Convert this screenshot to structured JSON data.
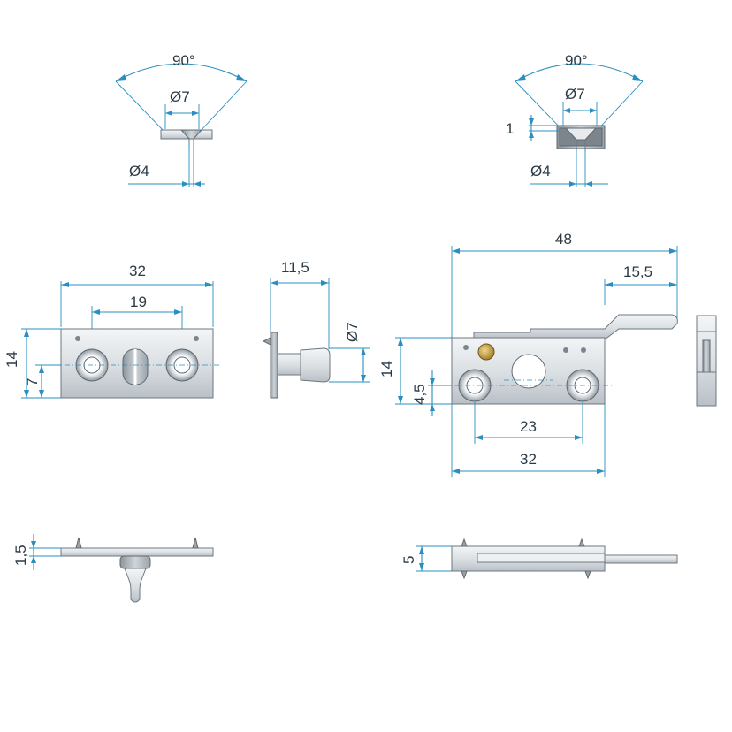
{
  "dimensions": {
    "top_left": {
      "angle": "90°",
      "outer_diameter": "Ø7",
      "inner_diameter": "Ø4"
    },
    "top_right": {
      "angle": "90°",
      "outer_diameter": "Ø7",
      "inner_diameter": "Ø4",
      "thickness": "1"
    },
    "front_left": {
      "width": "32",
      "hole_spacing": "19",
      "height": "14",
      "hole_height": "7"
    },
    "side_left": {
      "depth": "11,5",
      "diameter": "Ø7"
    },
    "front_right": {
      "overall_width": "48",
      "lever_width": "15,5",
      "height": "14",
      "hole_height": "4,5",
      "hole_spacing": "23",
      "base_width": "32"
    },
    "bottom_left": {
      "thickness": "1,5"
    },
    "bottom_right": {
      "thickness": "5"
    }
  },
  "colors": {
    "dimension": "#2a8fc0",
    "text": "#2b3a45",
    "metal_light": "#f1f3f5",
    "metal_dark": "#aab2b9",
    "outline": "#6d7780",
    "brass": "#c9a04a"
  }
}
